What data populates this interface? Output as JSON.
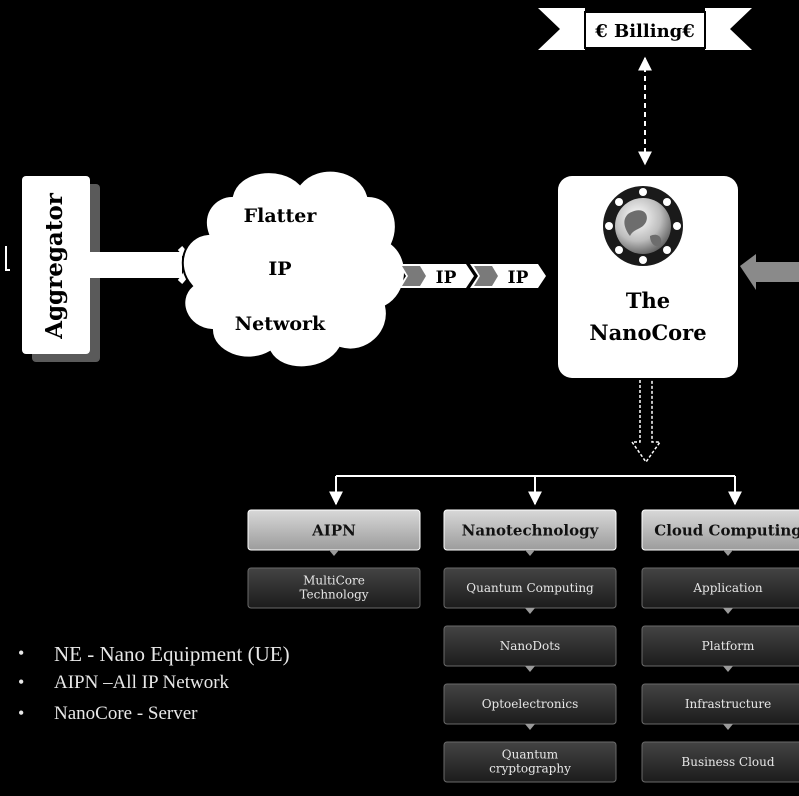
{
  "billing": "€ Billing€",
  "aggregator": "Aggregator",
  "cloud": [
    "Flatter",
    "IP",
    "Network"
  ],
  "ip_tags": [
    "IP",
    "IP"
  ],
  "core": [
    "The",
    "NanoCore"
  ],
  "columns": [
    {
      "header": "AIPN",
      "items": [
        "MultiCore Technology"
      ]
    },
    {
      "header": "Nanotechnology",
      "items": [
        "Quantum Computing",
        "NanoDots",
        "Optoelectronics",
        "Quantum cryptography"
      ]
    },
    {
      "header": "Cloud Computing",
      "items": [
        "Application",
        "Platform",
        "Infrastructure",
        "Business Cloud"
      ]
    }
  ],
  "legend": [
    "NE - Nano Equipment (UE)",
    "AIPN –All IP Network",
    "NanoCore - Server"
  ],
  "colors": {
    "background": "#000000",
    "header_fill": "#bdbdbd",
    "item_fill": "#2e2e2e"
  }
}
